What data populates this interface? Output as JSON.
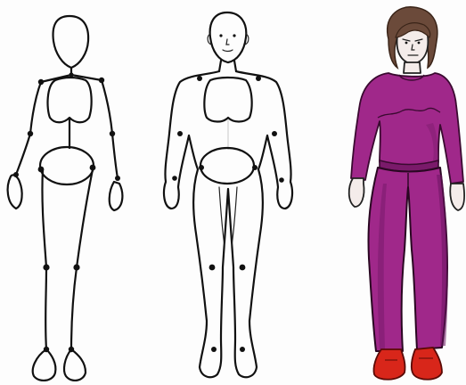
{
  "illustration": {
    "panels": [
      {
        "figure": "skeleton-stick-figure"
      },
      {
        "figure": "body-outline-figure"
      },
      {
        "figure": "clothed-woman-figure"
      }
    ],
    "colors": {
      "clothing": "#a0288a",
      "clothing_shadow": "#7a1a6a",
      "shoes": "#d8261a",
      "hair": "#6b4a3a",
      "skin": "#f4ecea",
      "ink": "#111111"
    }
  }
}
